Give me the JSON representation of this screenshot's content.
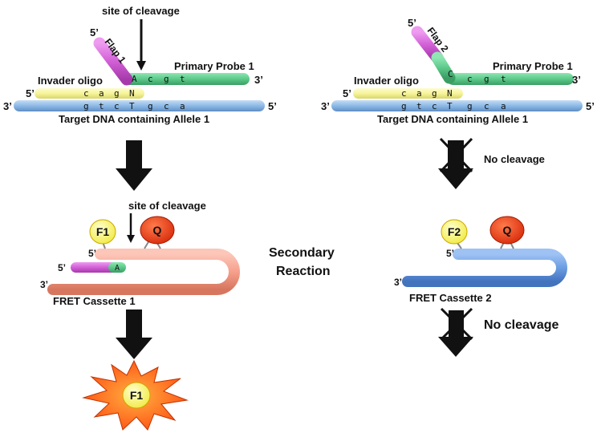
{
  "colors": {
    "green": "#5cc98a",
    "magenta": "#d25fd6",
    "yellow": "#f7f59a",
    "blue": "#8cb9e6",
    "salmon": "#f6a08c",
    "arrow": "#111111",
    "starburst": "#ff5a1c"
  },
  "left_panel": {
    "cleavage_label": "site of cleavage",
    "flap_label": "Flap 1",
    "flap_five_prime": "5’",
    "probe_label": "Primary Probe 1",
    "probe_three_prime": "3’",
    "probe_seq": [
      "A",
      "c",
      "g",
      "t"
    ],
    "invader_label": "Invader oligo",
    "invader_five_prime": "5’",
    "invader_seq": [
      "c",
      "a",
      "g",
      "N"
    ],
    "target_three_prime": "3’",
    "target_five_prime": "5’",
    "target_seq": [
      "g",
      "t",
      "c",
      "T",
      "g",
      "c",
      "a"
    ],
    "target_label": "Target DNA containing Allele 1"
  },
  "right_panel": {
    "flap_label": "Flap 2",
    "flap_five_prime": "5’",
    "probe_label": "Primary Probe 1",
    "probe_three_prime": "3’",
    "probe_first_base": "C",
    "probe_seq": [
      "c",
      "g",
      "t"
    ],
    "invader_label": "Invader oligo",
    "invader_five_prime": "5’",
    "invader_seq": [
      "c",
      "a",
      "g",
      "N"
    ],
    "target_three_prime": "3’",
    "target_five_prime": "5’",
    "target_seq": [
      "g",
      "t",
      "c",
      "T",
      "g",
      "c",
      "a"
    ],
    "target_label": "Target DNA containing Allele 1",
    "no_cleavage_1": "No cleavage",
    "no_cleavage_2": "No cleavage"
  },
  "secondary": {
    "label_line1": "Secondary",
    "label_line2": "Reaction"
  },
  "cassette_1": {
    "cleavage_label": "site of cleavage",
    "fluor": "F1",
    "quencher": "Q",
    "five_prime": "5’",
    "flap_five_prime": "5’",
    "flap_base": "A",
    "three_prime": "3’",
    "label": "FRET Cassette 1",
    "released_fluor": "F1"
  },
  "cassette_2": {
    "fluor": "F2",
    "quencher": "Q",
    "five_prime": "5’",
    "three_prime": "3’",
    "label": "FRET Cassette 2"
  }
}
